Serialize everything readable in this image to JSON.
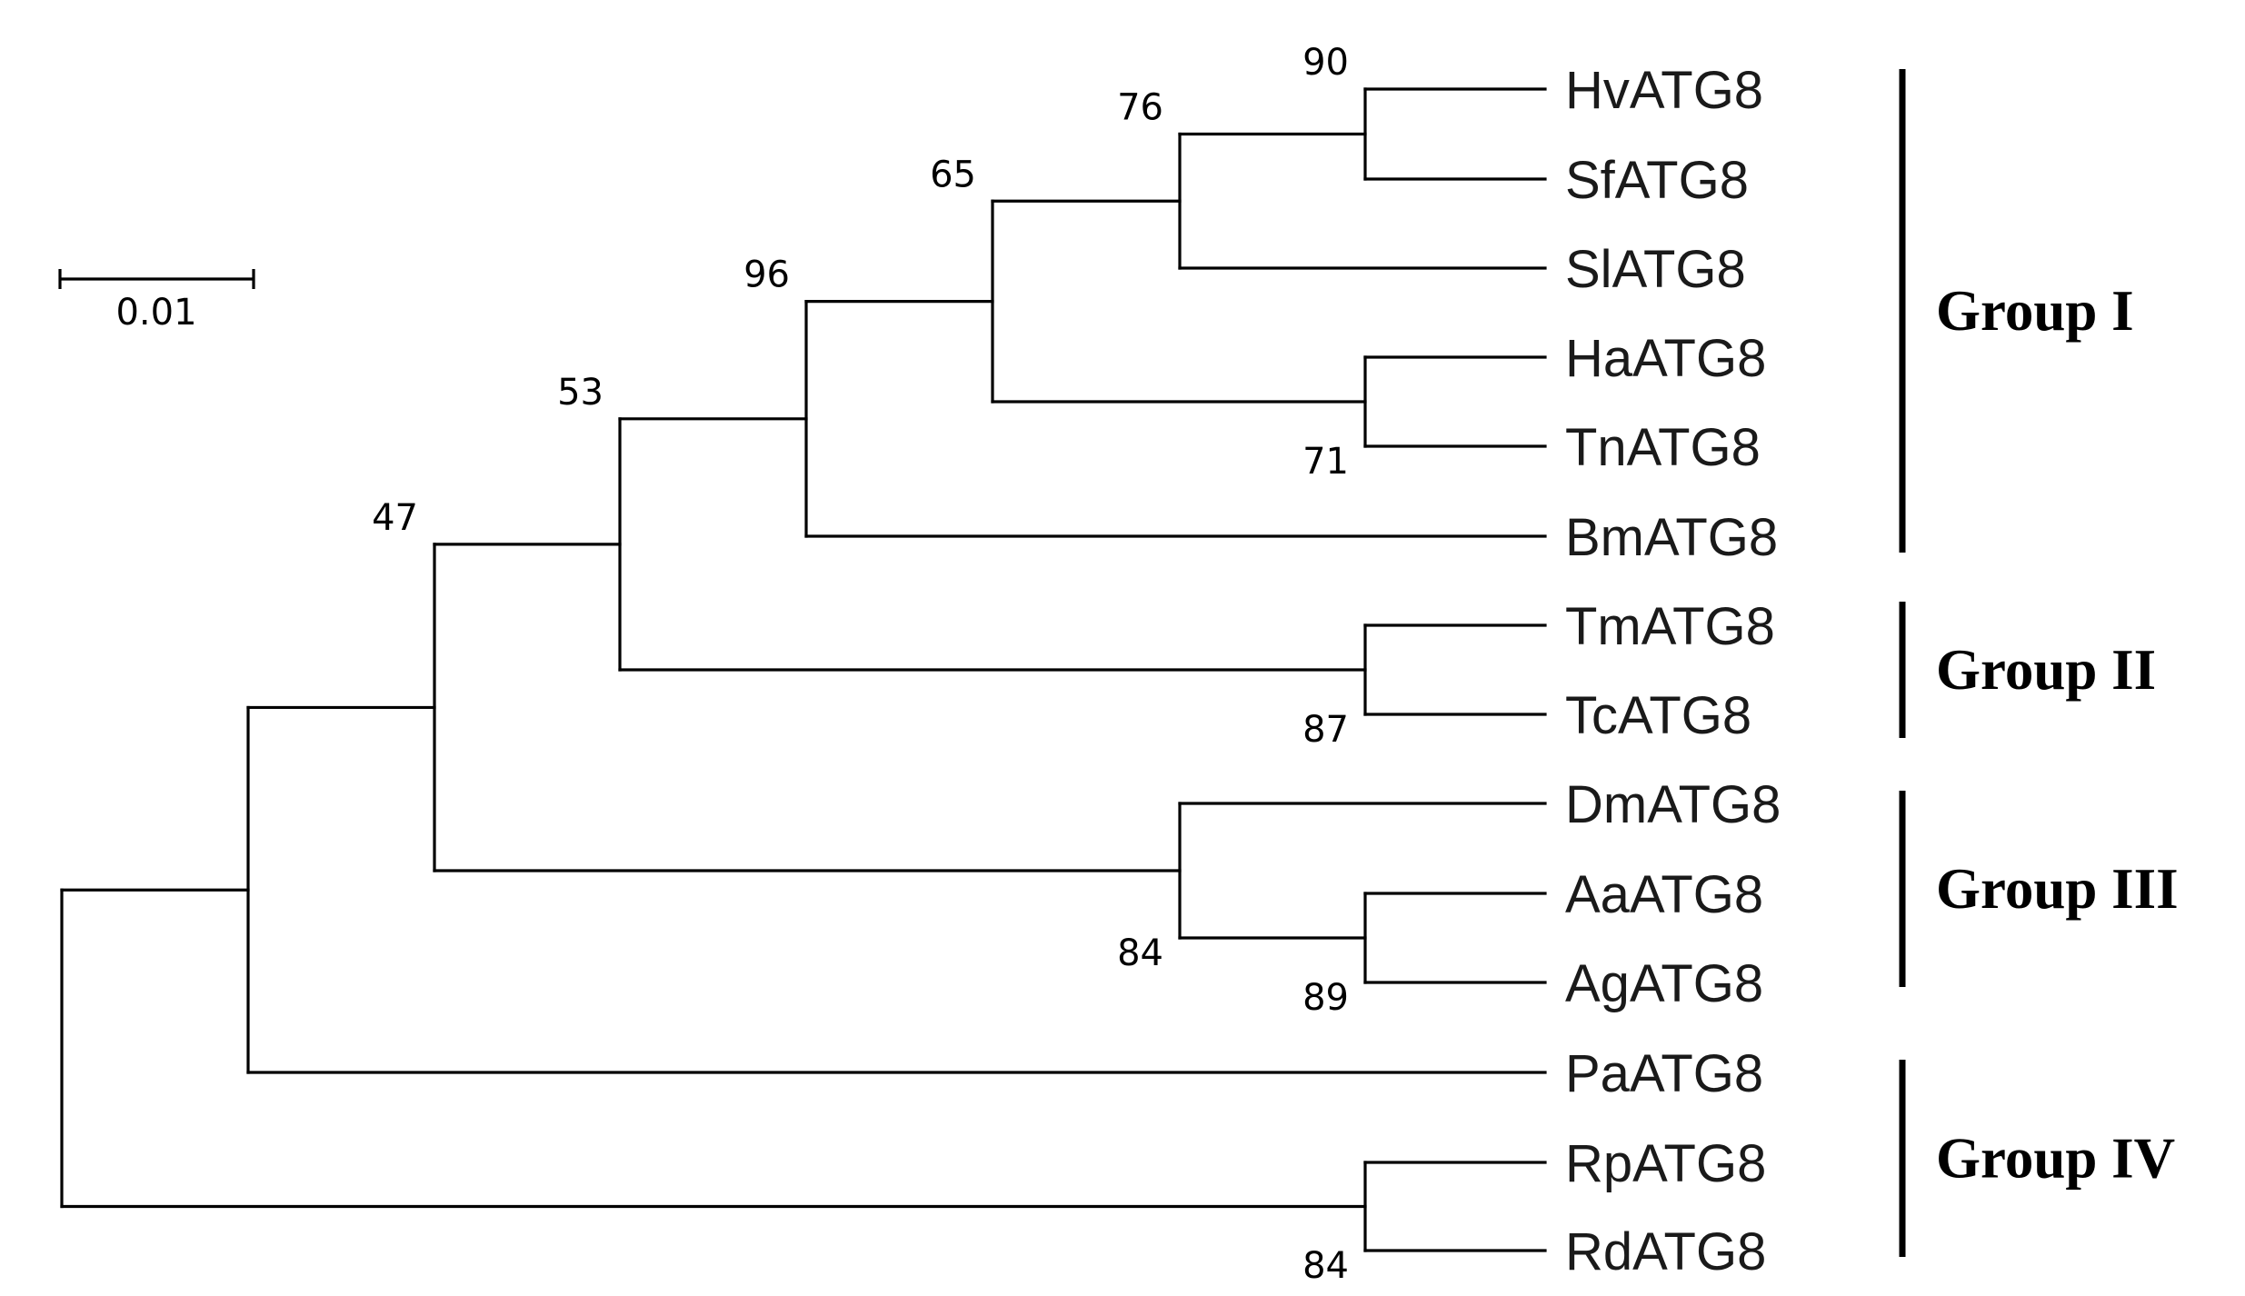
{
  "scale": {
    "label": "0.01"
  },
  "taxa": [
    "HvATG8",
    "SfATG8",
    "SlATG8",
    "HaATG8",
    "TnATG8",
    "BmATG8",
    "TmATG8",
    "TcATG8",
    "DmATG8",
    "AaATG8",
    "AgATG8",
    "PaATG8",
    "RpATG8",
    "RdATG8"
  ],
  "nodes": [
    {
      "id": "n_hv_sf",
      "support": "90",
      "children": [
        "HvATG8",
        "SfATG8"
      ],
      "label_pos": "above"
    },
    {
      "id": "n_76",
      "support": "76",
      "children": [
        "n_hv_sf",
        "SlATG8"
      ],
      "label_pos": "above"
    },
    {
      "id": "n_ha_tn",
      "support": "71",
      "children": [
        "HaATG8",
        "TnATG8"
      ],
      "label_pos": "below"
    },
    {
      "id": "n_65",
      "support": "65",
      "children": [
        "n_76",
        "n_ha_tn"
      ],
      "label_pos": "above"
    },
    {
      "id": "n_96",
      "support": "96",
      "children": [
        "n_65",
        "BmATG8"
      ],
      "label_pos": "above"
    },
    {
      "id": "n_tm_tc",
      "support": "87",
      "children": [
        "TmATG8",
        "TcATG8"
      ],
      "label_pos": "below"
    },
    {
      "id": "n_53",
      "support": "53",
      "children": [
        "n_96",
        "n_tm_tc"
      ],
      "label_pos": "above"
    },
    {
      "id": "n_aa_ag",
      "support": "89",
      "children": [
        "AaATG8",
        "AgATG8"
      ],
      "label_pos": "below"
    },
    {
      "id": "n_dm",
      "support": "84",
      "children": [
        "DmATG8",
        "n_aa_ag"
      ],
      "label_pos": "below"
    },
    {
      "id": "n_47",
      "support": "47",
      "children": [
        "n_53",
        "n_dm"
      ],
      "label_pos": "above"
    },
    {
      "id": "n_pa",
      "support": "",
      "children": [
        "n_47",
        "PaATG8"
      ],
      "label_pos": "none"
    },
    {
      "id": "n_rp_rd",
      "support": "84",
      "children": [
        "RpATG8",
        "RdATG8"
      ],
      "label_pos": "below"
    },
    {
      "id": "root",
      "support": "",
      "children": [
        "n_pa",
        "n_rp_rd"
      ],
      "label_pos": "none"
    }
  ],
  "groups": [
    {
      "label": "Group I",
      "members": [
        "HvATG8",
        "BmATG8"
      ]
    },
    {
      "label": "Group II",
      "members": [
        "TmATG8",
        "TcATG8"
      ]
    },
    {
      "label": "Group III",
      "members": [
        "DmATG8",
        "AgATG8"
      ]
    },
    {
      "label": "Group IV",
      "members": [
        "PaATG8",
        "RdATG8"
      ]
    }
  ]
}
